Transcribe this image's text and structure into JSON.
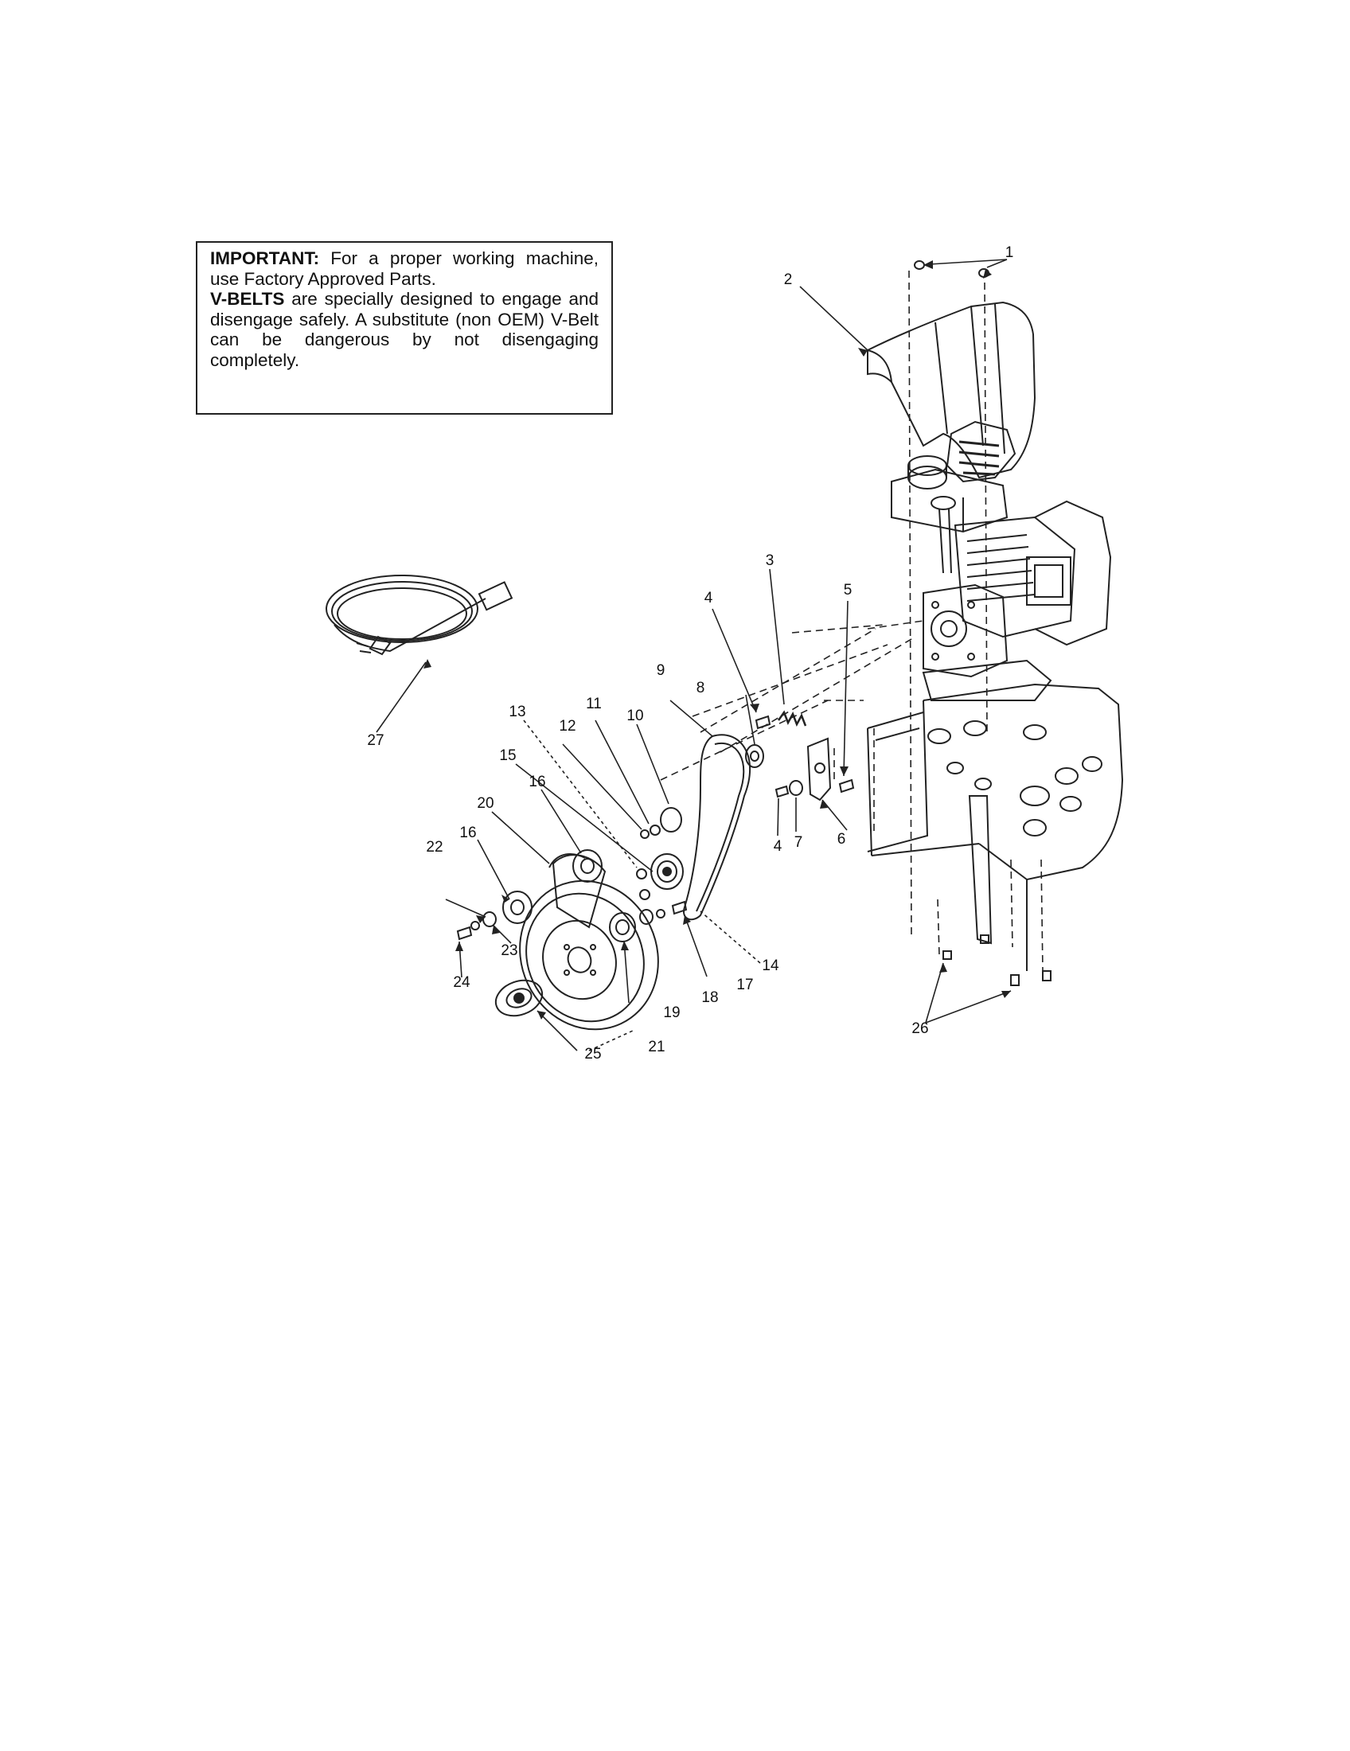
{
  "notice": {
    "important_label": "IMPORTANT:",
    "important_text": " For a proper working machine, use Factory Approved Parts.",
    "vbelts_label": "V-BELTS",
    "vbelts_text": " are specially designed to engage and disengage safely. A substitute (non OEM) V-Belt can be dangerous by not disengaging completely."
  },
  "part_numbers": {
    "p1": "1",
    "p2": "2",
    "p3": "3",
    "p4a": "4",
    "p4b": "4",
    "p5": "5",
    "p6": "6",
    "p7": "7",
    "p8": "8",
    "p9": "9",
    "p10": "10",
    "p11": "11",
    "p12": "12",
    "p13": "13",
    "p14": "14",
    "p15": "15",
    "p16a": "16",
    "p16b": "16",
    "p17": "17",
    "p18": "18",
    "p19": "19",
    "p20": "20",
    "p21": "21",
    "p22": "22",
    "p23": "23",
    "p24": "24",
    "p25": "25",
    "p26": "26",
    "p27": "27"
  }
}
